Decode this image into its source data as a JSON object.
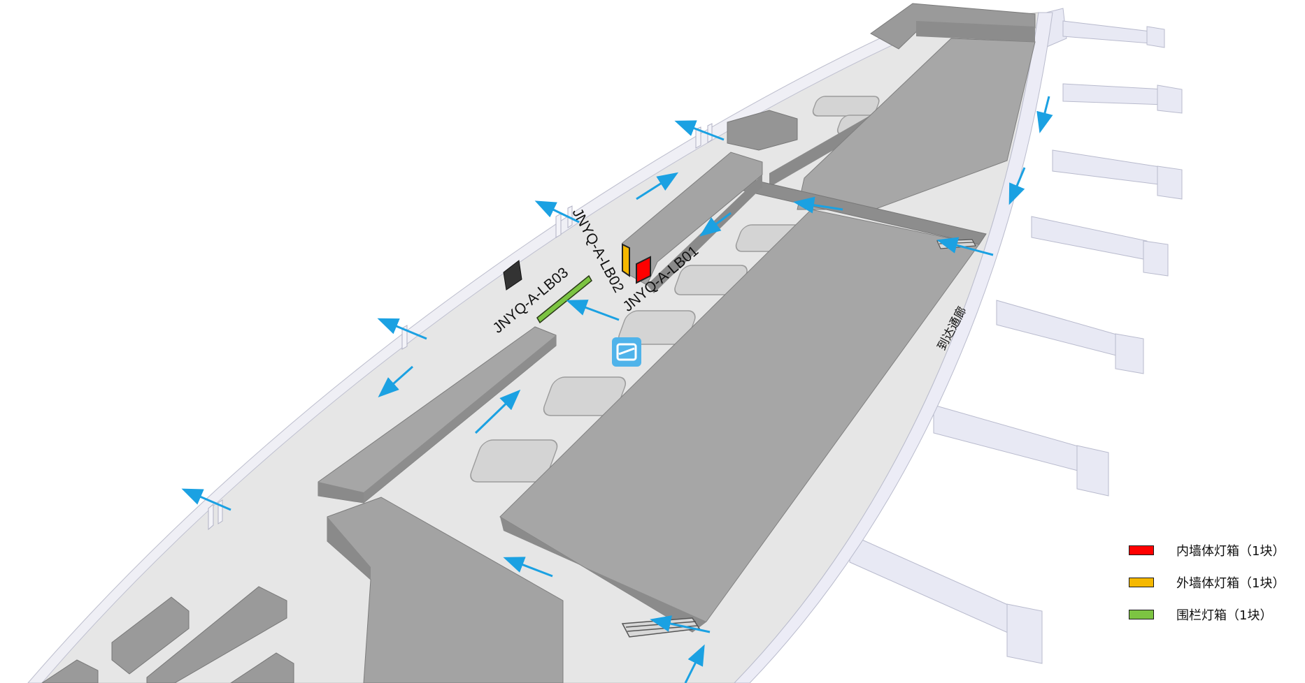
{
  "labels": {
    "lb01": "JNYQ-A-LB01",
    "lb02": "JNYQ-A-LB02",
    "lb03": "JNYQ-A-LB03",
    "arrival_corridor": "到达通廊"
  },
  "legend": [
    {
      "label": "内墙体灯箱（1块）",
      "color": "#ff0000"
    },
    {
      "label": "外墙体灯箱（1块）",
      "color": "#f5b800"
    },
    {
      "label": "围栏灯箱（1块）",
      "color": "#7cc442"
    }
  ],
  "colors": {
    "floor": "#e6e6e6",
    "block_top": "#a7a7a7",
    "block_side": "#8a8a8a",
    "glass": "#e8e9f4",
    "arrow": "#1ba1e2",
    "inner_wall_lightbox": "#ff0000",
    "outer_wall_lightbox": "#f5b800",
    "fence_lightbox": "#7cc442",
    "security_icon": "#4fb3ea"
  },
  "icons": [
    "security-check-icon",
    "escalator-icon",
    "flow-arrow-icon"
  ]
}
